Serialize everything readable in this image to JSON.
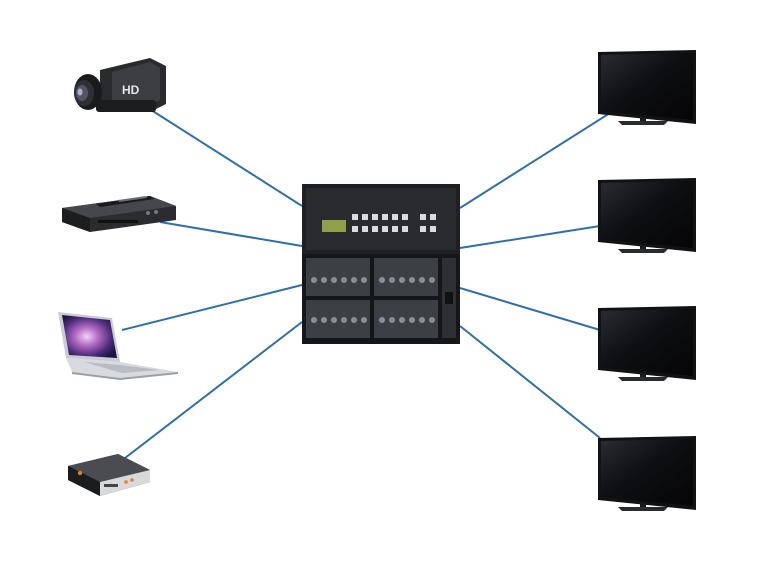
{
  "colors": {
    "cable": "#2f6fb0",
    "device_dark": "#1e1f22",
    "device_mid": "#3a3c40",
    "screen": "#101114",
    "background": "#ffffff"
  },
  "camcorder": {
    "badge": "HD"
  },
  "sources": [
    {
      "id": "camcorder",
      "icon": "camcorder-icon"
    },
    {
      "id": "set-top-box",
      "icon": "set-top-box-icon"
    },
    {
      "id": "laptop",
      "icon": "laptop-icon"
    },
    {
      "id": "media-player",
      "icon": "media-player-icon"
    }
  ],
  "displays": [
    {
      "id": "tv-1",
      "icon": "tv-icon"
    },
    {
      "id": "tv-2",
      "icon": "tv-icon"
    },
    {
      "id": "tv-3",
      "icon": "tv-icon"
    },
    {
      "id": "tv-4",
      "icon": "tv-icon"
    }
  ],
  "hub": {
    "icon": "matrix-switcher-icon"
  }
}
